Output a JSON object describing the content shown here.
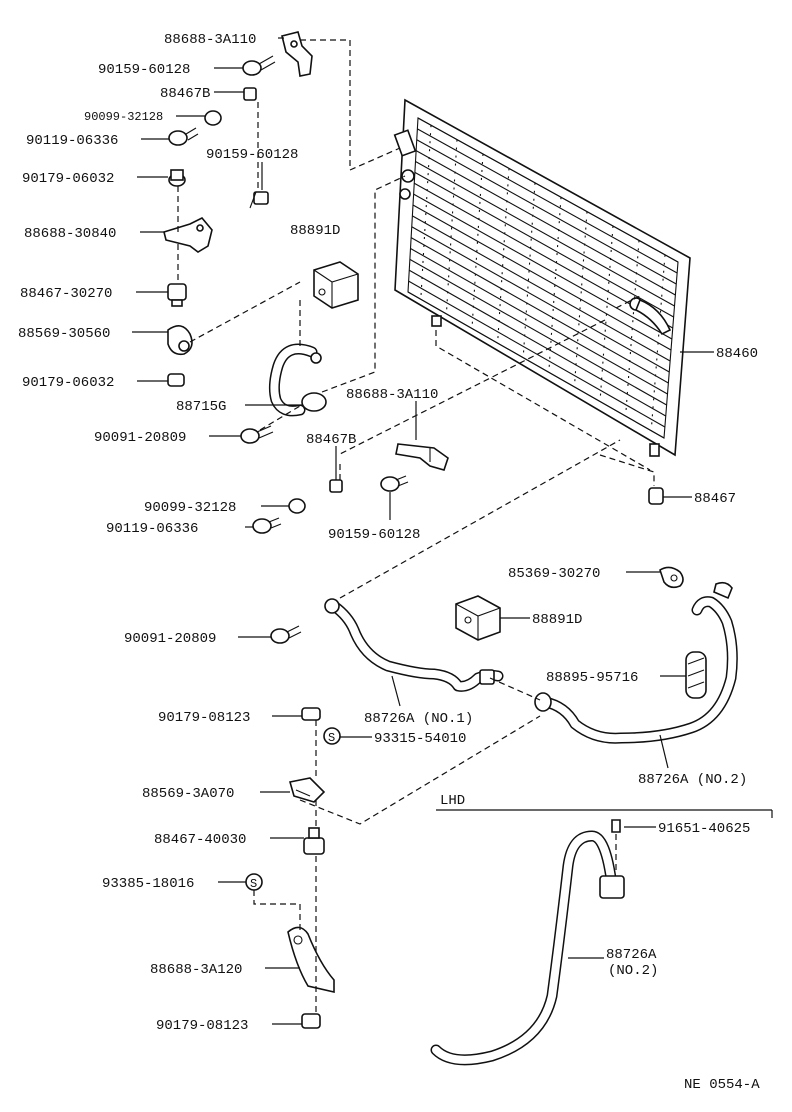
{
  "labels": {
    "p88688_3A110_top": "88688-3A110",
    "p90159_60128_top": "90159-60128",
    "p88467B_top": "88467B",
    "p90099_32128_top": "90099-32128",
    "p90119_06336_top": "90119-06336",
    "p90159_60128_mid": "90159-60128",
    "p90179_06032_a": "90179-06032",
    "p88891D_top": "88891D",
    "p88688_30840": "88688-30840",
    "p88467_30270": "88467-30270",
    "p88569_30560": "88569-30560",
    "p90179_06032_b": "90179-06032",
    "p88460": "88460",
    "p88715G": "88715G",
    "p88688_3A110_mid": "88688-3A110",
    "p90091_20809_a": "90091-20809",
    "p88467B_mid": "88467B",
    "p90099_32128_mid": "90099-32128",
    "p90119_06336_mid": "90119-06336",
    "p90159_60128_low": "90159-60128",
    "p88467": "88467",
    "p85369_30270": "85369-30270",
    "p90091_20809_b": "90091-20809",
    "p88891D_low": "88891D",
    "p88895_95716": "88895-95716",
    "p90179_08123_a": "90179-08123",
    "p88726A_no1": "88726A (NO.1)",
    "p93315_54010": "93315-54010",
    "p88569_3A070": "88569-3A070",
    "p88726A_no2": "88726A (NO.2)",
    "lhd": "LHD",
    "p88467_40030": "88467-40030",
    "p91651_40625": "91651-40625",
    "p93385_18016": "93385-18016",
    "p88726A_lhd": "88726A",
    "p88726A_lhd_no": "(NO.2)",
    "p88688_3A120": "88688-3A120",
    "p90179_08123_b": "90179-08123",
    "diagram_code": "NE 0554-A"
  }
}
